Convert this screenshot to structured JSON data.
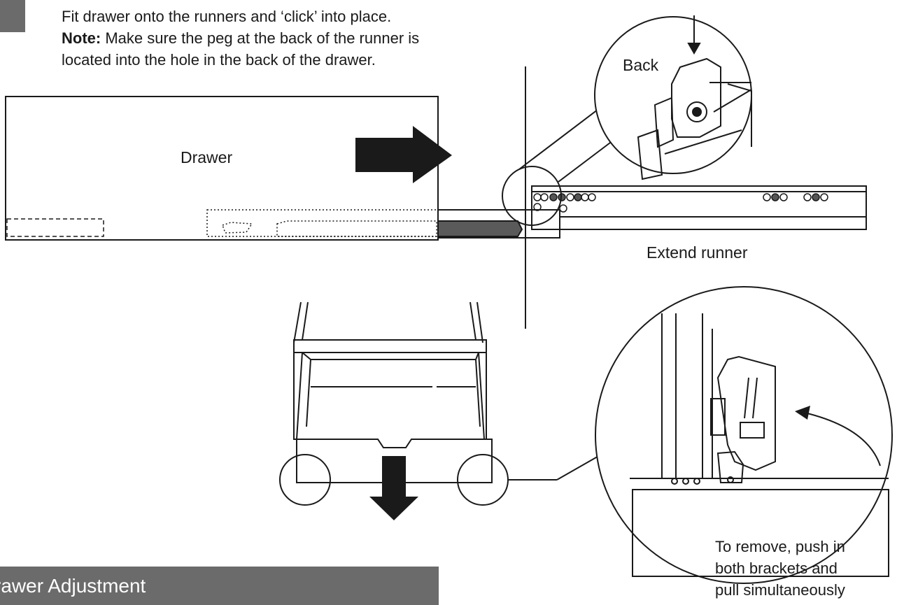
{
  "instructions": {
    "line1": "Fit drawer onto the runners and ‘click’ into place.",
    "note_label": "Note:",
    "note_text": " Make sure the peg at the back of the runner is",
    "line3": "located into the hole in the back of the drawer."
  },
  "labels": {
    "drawer": "Drawer",
    "back": "Back",
    "extend_runner": "Extend runner"
  },
  "remove_note": {
    "line1": "To remove, push in",
    "line2": "both brackets and",
    "line3": "pull simultaneously"
  },
  "section": {
    "title": "rawer Adjustment"
  },
  "colors": {
    "section_bar": "#6b6b6b",
    "line": "#1a1a1a",
    "runner_fill": "#5a5a5a"
  }
}
